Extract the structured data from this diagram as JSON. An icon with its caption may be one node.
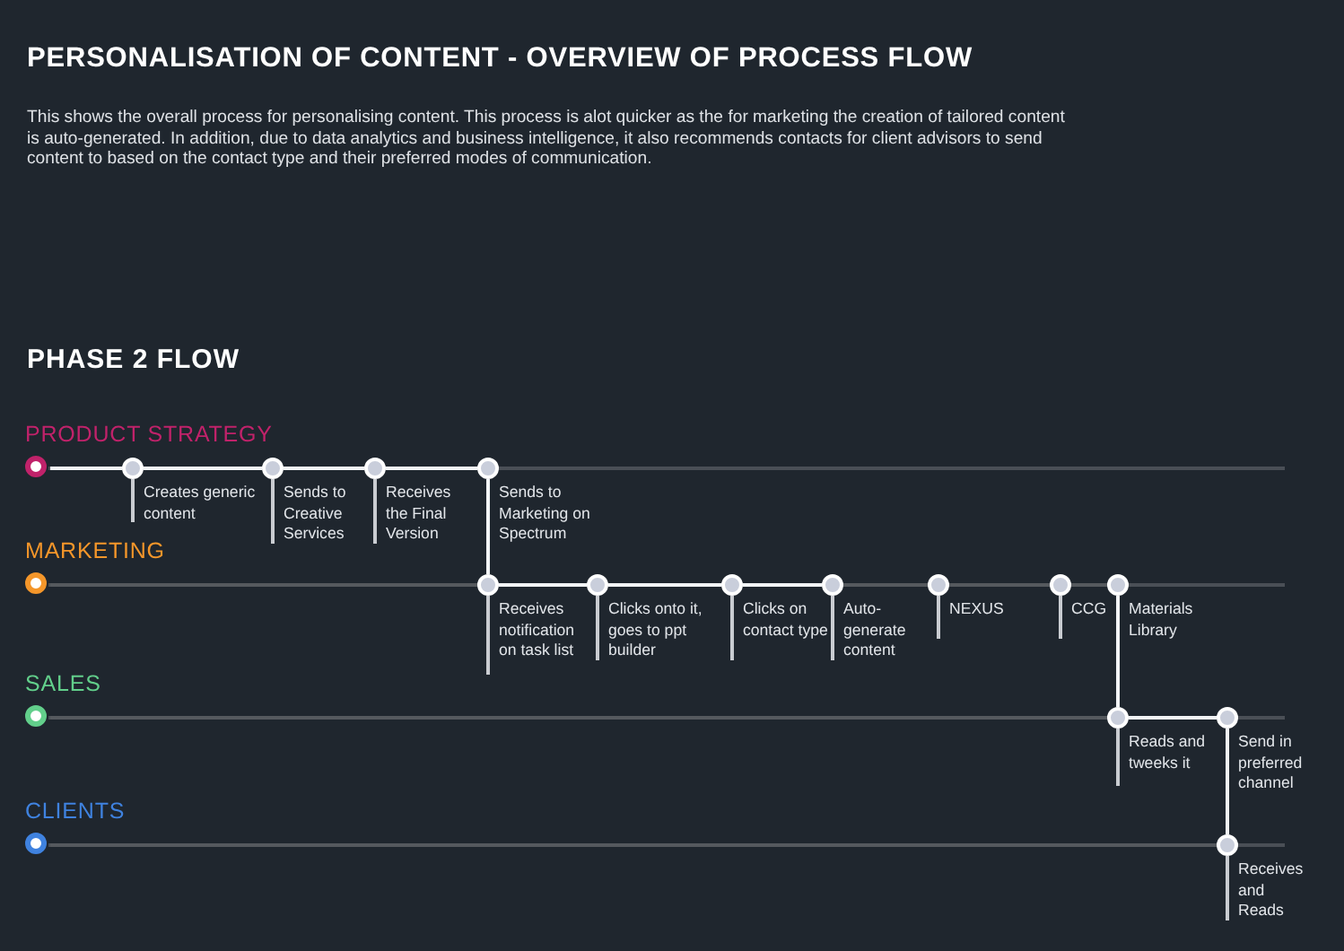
{
  "diagram": {
    "title": "PERSONALISATION OF CONTENT - OVERVIEW OF PROCESS FLOW",
    "nodes": [
      {
        "text": [
          "PRODUCT STRATEGY"
        ]
      },
      {
        "text": [
          "Creates generic content"
        ]
      },
      {
        "text": [
          "Sends to Creative Services"
        ]
      },
      {
        "text": [
          "Receives the Final Version"
        ]
      },
      {
        "text": [
          "Sends to Marketing on Spectrum"
        ]
      },
      {
        "text": [
          "MARKETING"
        ]
      },
      {
        "text": [
          "Receives notification on task list"
        ]
      },
      {
        "text": [
          "Clicks onto it, goes to ppt builder"
        ]
      },
      {
        "text": [
          "Clicks on contact type"
        ]
      },
      {
        "text": [
          "Auto-generate content"
        ]
      },
      {
        "text": [
          "NEXUS"
        ]
      },
      {
        "text": [
          "CCG"
        ]
      },
      {
        "text": [
          "Materials Library"
        ]
      },
      {
        "text": [
          "SALES"
        ]
      },
      {
        "text": [
          "Reads and tweeks it"
        ]
      },
      {
        "text": [
          "Send in preferred channel"
        ]
      },
      {
        "text": [
          "CLIENTS"
        ]
      },
      {
        "text": [
          "Receives and Reads"
        ]
      }
    ],
    "edges": [
      {
        "from": 0,
        "to": 1,
        "arrow": "none"
      },
      {
        "from": 1,
        "to": 2,
        "arrow": "none"
      },
      {
        "from": 2,
        "to": 3,
        "arrow": "none"
      },
      {
        "from": 3,
        "to": 4,
        "arrow": "none"
      },
      {
        "from": 4,
        "to": 6,
        "arrow": "none"
      },
      {
        "from": 5,
        "to": 6,
        "arrow": "none",
        "color": "#55595e"
      },
      {
        "from": 6,
        "to": 7,
        "arrow": "none"
      },
      {
        "from": 7,
        "to": 8,
        "arrow": "none"
      },
      {
        "from": 8,
        "to": 9,
        "arrow": "none"
      },
      {
        "from": 9,
        "to": 10,
        "arrow": "none",
        "color": "#55595e"
      },
      {
        "from": 10,
        "to": 11,
        "arrow": "none",
        "color": "#55595e"
      },
      {
        "from": 11,
        "to": 12,
        "arrow": "none",
        "color": "#55595e"
      },
      {
        "from": 12,
        "to": 14,
        "arrow": "none"
      },
      {
        "from": 13,
        "to": 14,
        "arrow": "none",
        "color": "#55595e"
      },
      {
        "from": 14,
        "to": 15,
        "arrow": "none"
      },
      {
        "from": 15,
        "to": 17,
        "arrow": "none"
      },
      {
        "from": 16,
        "to": 17,
        "arrow": "none",
        "color": "#55595e"
      }
    ],
    "labels": [
      "This shows the overall process for personalising content. This process is alot quicker as the for marketing the creation of tailored content is auto-generated. In addition, due to data analytics and business intelligence, it also recommends contacts for client advisors to send content to based on the contact type and their preferred modes of communication.",
      "PHASE 2 FLOW"
    ]
  }
}
